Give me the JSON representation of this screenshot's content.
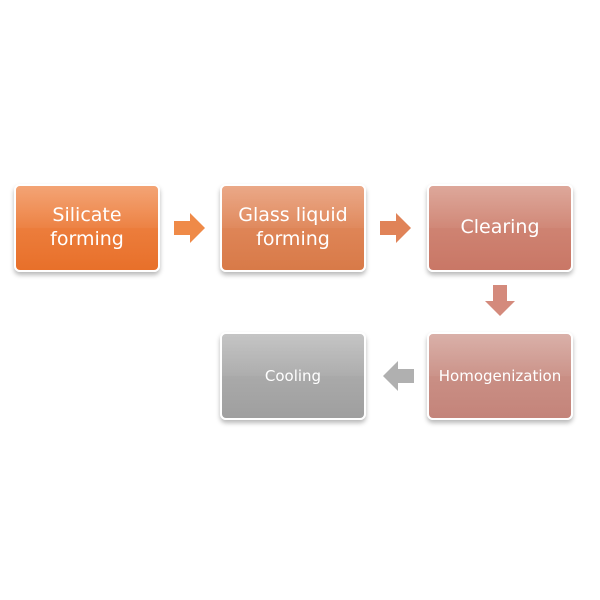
{
  "diagram": {
    "steps": [
      {
        "id": "silicate",
        "label_line1": "Silicate",
        "label_line2": "forming",
        "color_top": "#f08a4e",
        "color_bottom": "#e8702a"
      },
      {
        "id": "glass",
        "label_line1": "Glass liquid",
        "label_line2": "forming",
        "color_top": "#e59066",
        "color_bottom": "#d87a48"
      },
      {
        "id": "clearing",
        "label": "Clearing",
        "color_top": "#d48f7e",
        "color_bottom": "#c97766"
      },
      {
        "id": "homogenization",
        "label": "Homogenization",
        "color_top": "#cf9a90",
        "color_bottom": "#c4847a"
      },
      {
        "id": "cooling",
        "label": "Cooling",
        "color_top": "#b4b4b4",
        "color_bottom": "#9f9f9f"
      }
    ],
    "arrows": [
      {
        "from": "silicate",
        "to": "glass",
        "direction": "right",
        "color": "#ef8a48"
      },
      {
        "from": "glass",
        "to": "clearing",
        "direction": "right",
        "color": "#e08358"
      },
      {
        "from": "clearing",
        "to": "homogenization",
        "direction": "down",
        "color": "#d48a7c"
      },
      {
        "from": "homogenization",
        "to": "cooling",
        "direction": "left",
        "color": "#b0b0b0"
      }
    ]
  }
}
